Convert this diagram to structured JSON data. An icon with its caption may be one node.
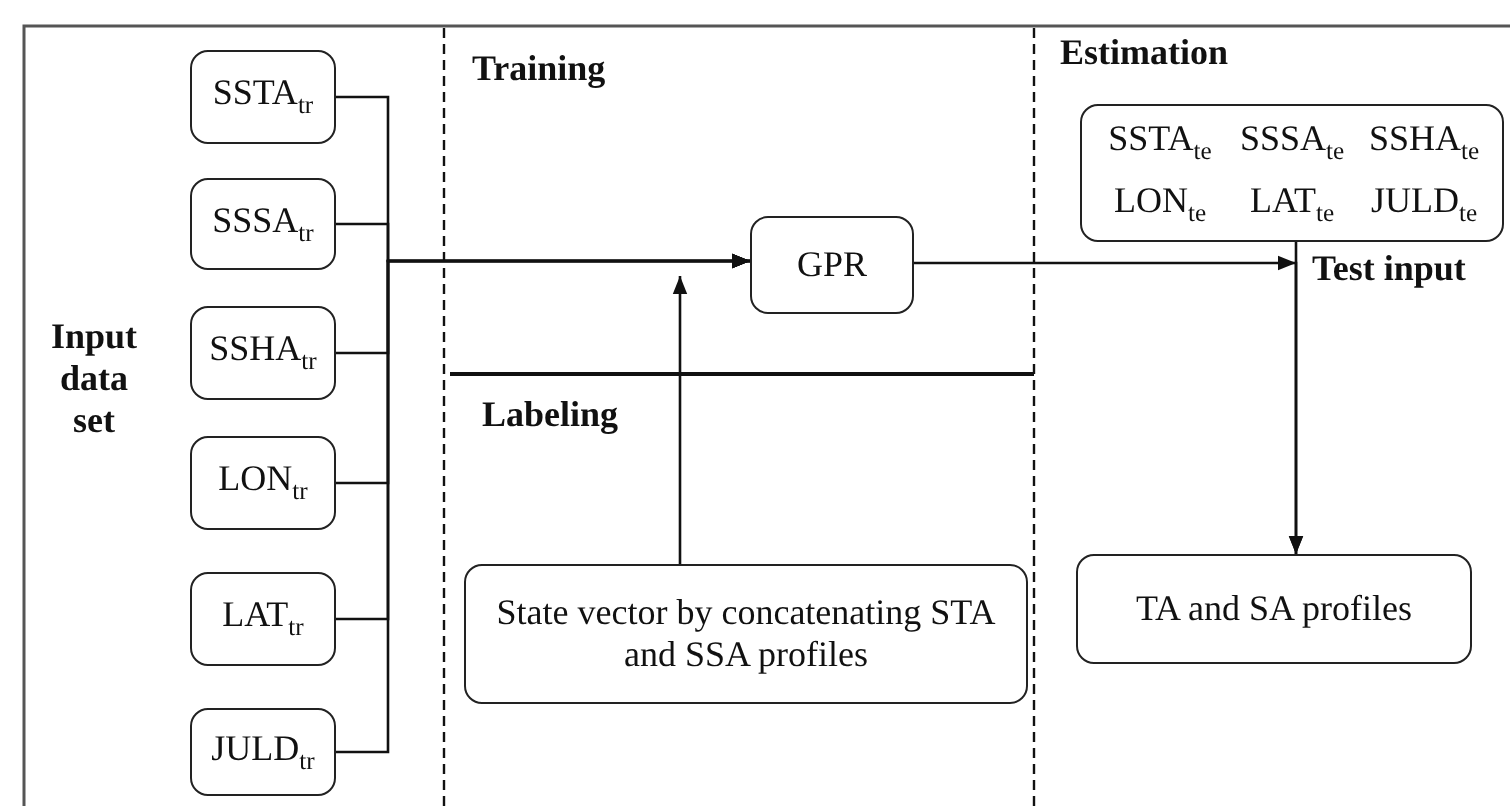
{
  "diagram": {
    "nodes": [
      {
        "text": [
          "SSTA$_{tr}$"
        ]
      },
      {
        "text": [
          "SSSA$_{tr}$"
        ]
      },
      {
        "text": [
          "SSHA$_{tr}$"
        ]
      },
      {
        "text": [
          "LON$_{tr}$"
        ]
      },
      {
        "text": [
          "LAT$_{tr}$"
        ]
      },
      {
        "text": [
          "JULD$_{tr}$"
        ]
      },
      {
        "text": [
          "GPR"
        ]
      },
      {
        "text": [
          "State vector by concatenating STA and SSA profiles"
        ]
      },
      {
        "text": [
          "SSTA$_{te}$",
          "SSSA$_{te}$",
          "SSHA$_{te}$",
          "LON$_{te}$",
          "LAT$_{te}$",
          "JULD$_{te}$"
        ],
        "beside": [
          "Test input"
        ]
      },
      {
        "text": [
          "TA and SA profiles"
        ]
      }
    ],
    "edges": [
      {
        "from": 0,
        "to": 6,
        "arrow": "to"
      },
      {
        "from": 1,
        "to": 6,
        "arrow": "to"
      },
      {
        "from": 2,
        "to": 6,
        "arrow": "to"
      },
      {
        "from": 3,
        "to": 6,
        "arrow": "to"
      },
      {
        "from": 4,
        "to": 6,
        "arrow": "to"
      },
      {
        "from": 5,
        "to": 6,
        "arrow": "to"
      },
      {
        "from": 7,
        "to": null,
        "arrow": "to"
      },
      {
        "from": 6,
        "to": 9,
        "arrow": "to"
      },
      {
        "from": 8,
        "to": 9,
        "arrow": "to"
      }
    ],
    "labels": [
      "Training",
      "Estimation",
      "Input data set",
      "Labeling"
    ]
  }
}
